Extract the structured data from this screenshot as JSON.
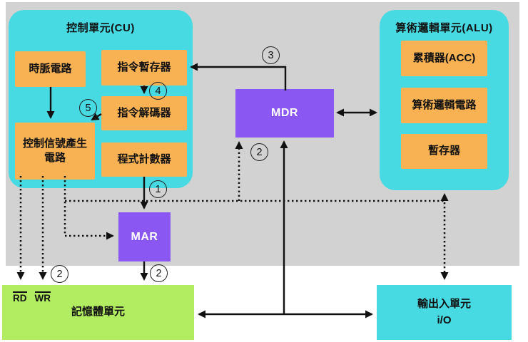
{
  "cu": {
    "title": "控制單元(CU)",
    "clock": "時脈電路",
    "instruction_register": "指令暫存器",
    "instruction_decoder": "指令解碼器",
    "control_signal_line1": "控制信號產生",
    "control_signal_line2": "電路",
    "program_counter": "程式計數器"
  },
  "alu": {
    "title": "算術邏輯單元(ALU)",
    "accumulator": "累積器(ACC)",
    "alu_circuit": "算術邏輯電路",
    "register": "暫存器"
  },
  "mdr": "MDR",
  "mar": "MAR",
  "memory": {
    "label": "記憶體單元",
    "rd": "RD",
    "wr": "WR"
  },
  "io": {
    "line1": "輸出入單元",
    "line2": "i/O"
  },
  "badges": [
    "3",
    "4",
    "5",
    "2",
    "1",
    "2",
    "2"
  ],
  "colors": {
    "panel_gray": "#d2d2d2",
    "cyan": "#47dae2",
    "orange": "#f8b254",
    "purple": "#8b57f2",
    "green": "#b2ec61",
    "line": "#111111"
  }
}
